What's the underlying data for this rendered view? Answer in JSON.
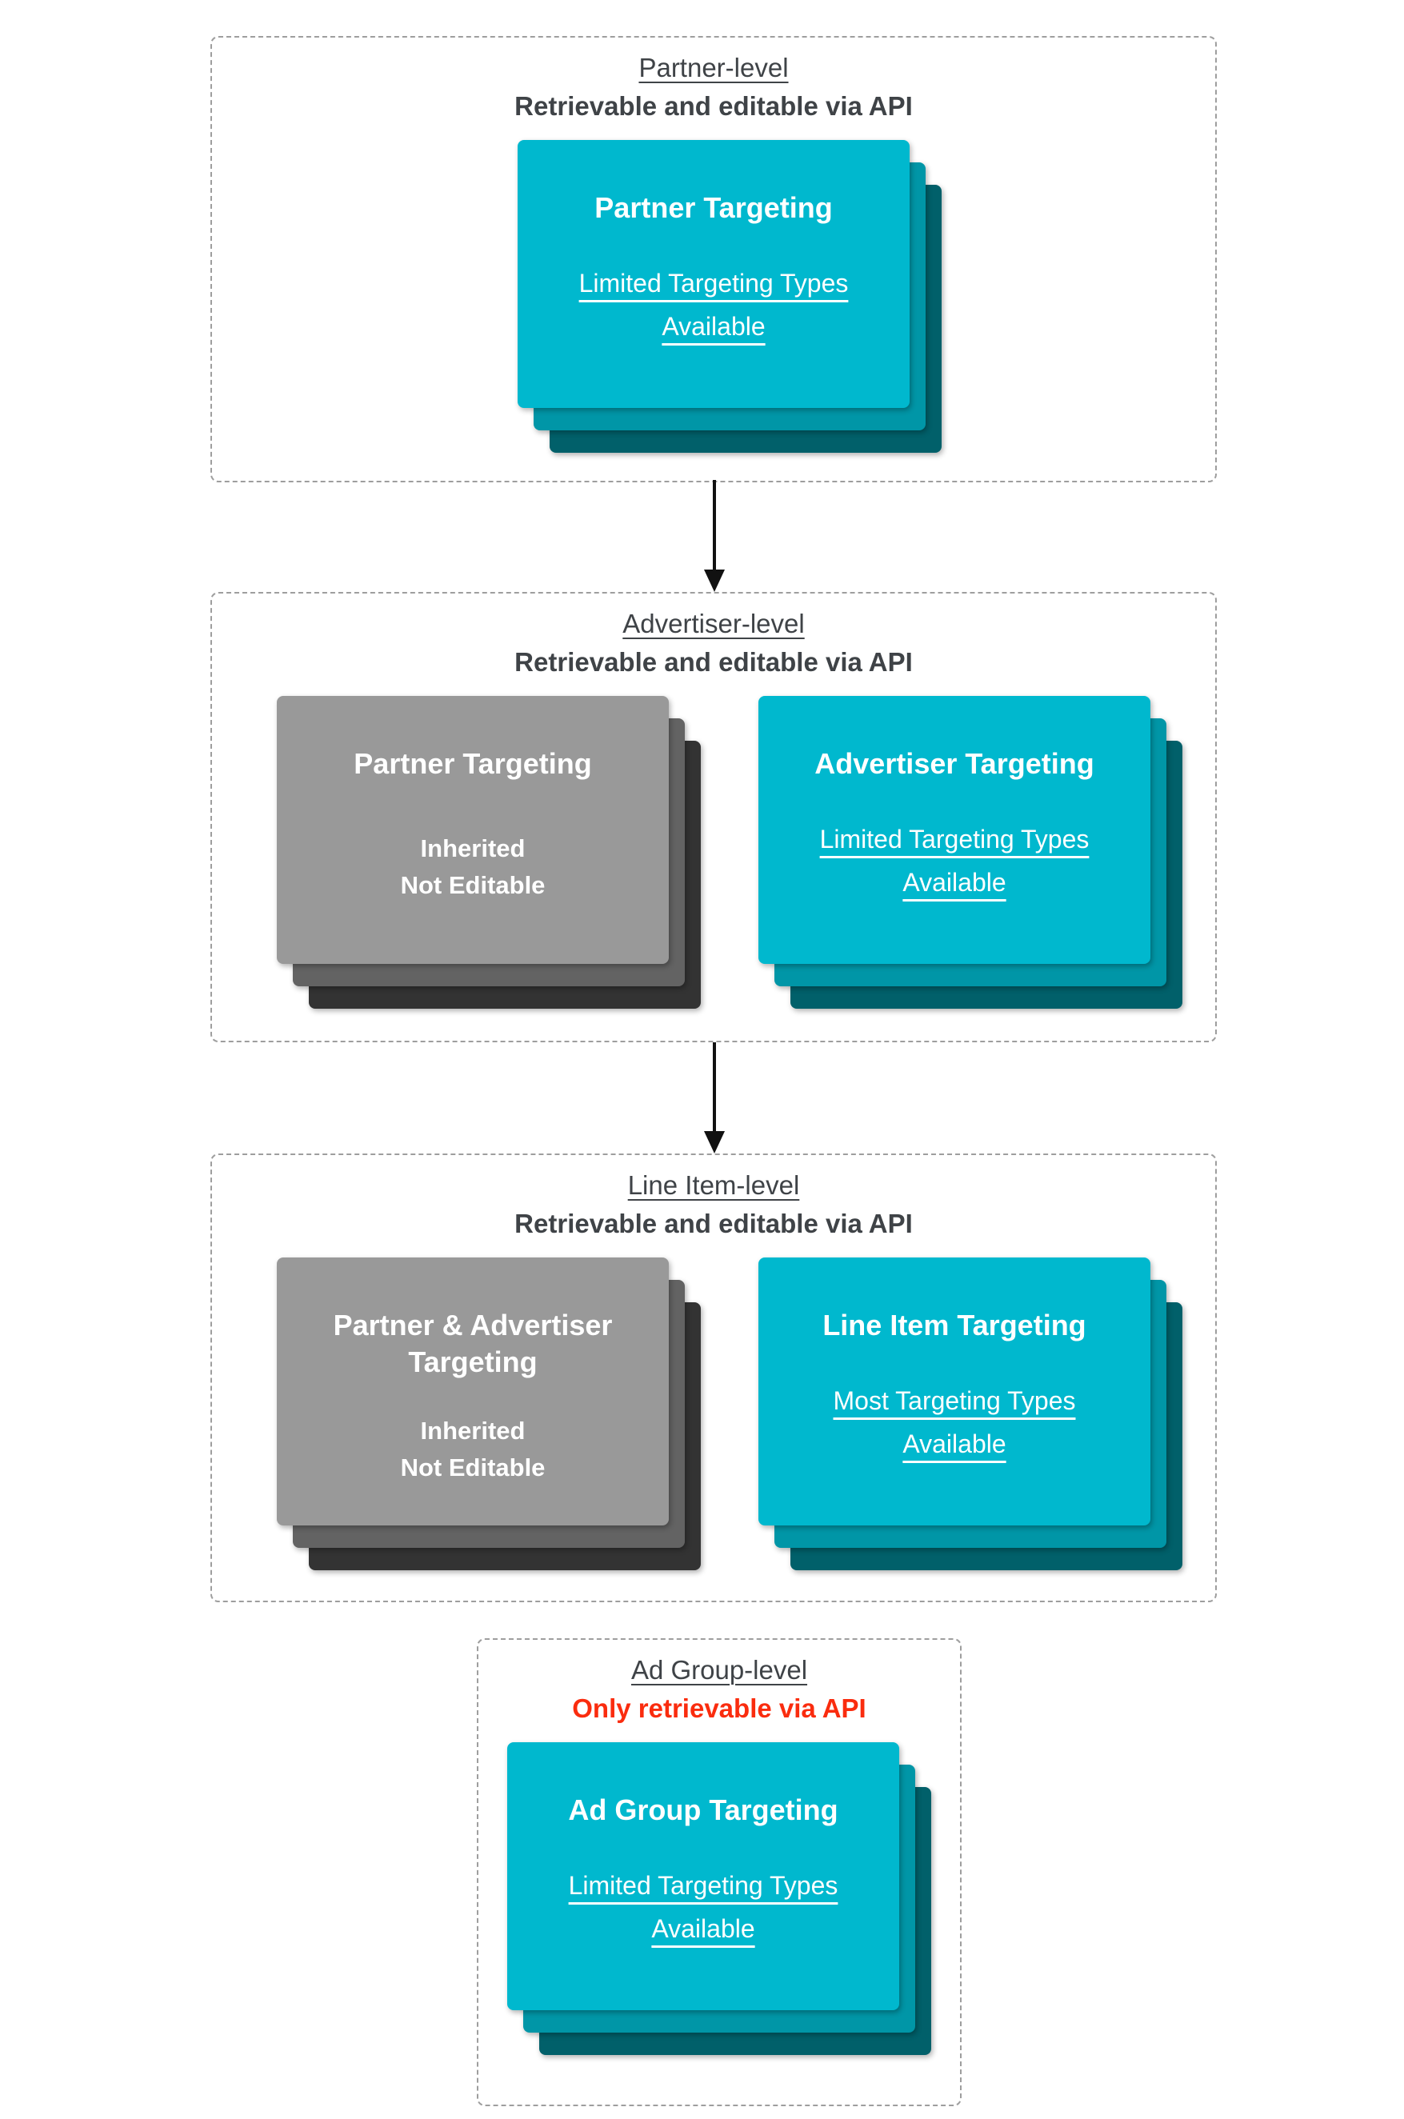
{
  "colors": {
    "teal_front": "#00b8ce",
    "teal_mid": "#0096a7",
    "teal_back": "#01606a",
    "gray_front": "#999999",
    "gray_mid": "#636363",
    "gray_back": "#333333",
    "heading_text": "#3f4347",
    "alert_red": "#fa2c0e",
    "dashed_border": "#9e9e9e",
    "arrow": "#111111",
    "card_text": "#ffffff"
  },
  "sections": [
    {
      "id": "partner-level",
      "title": "Partner-level",
      "subtitle": "Retrievable and editable via API",
      "cards": [
        {
          "variant": "teal",
          "title": "Partner Targeting",
          "subtitle": "Limited Targeting Types Available"
        }
      ]
    },
    {
      "id": "advertiser-level",
      "title": "Advertiser-level",
      "subtitle": "Retrievable and editable via API",
      "cards": [
        {
          "variant": "gray",
          "title": "Partner Targeting",
          "lines": [
            "Inherited",
            "Not Editable"
          ]
        },
        {
          "variant": "teal",
          "title": "Advertiser Targeting",
          "subtitle": "Limited Targeting Types Available"
        }
      ]
    },
    {
      "id": "line-item-level",
      "title": "Line Item-level",
      "subtitle": "Retrievable and editable via API",
      "cards": [
        {
          "variant": "gray",
          "title": "Partner & Advertiser Targeting",
          "lines": [
            "Inherited",
            "Not Editable"
          ]
        },
        {
          "variant": "teal",
          "title": "Line Item Targeting",
          "subtitle": "Most Targeting Types Available"
        }
      ]
    },
    {
      "id": "ad-group-level",
      "title": "Ad Group-level",
      "subtitle": "Only retrievable via API",
      "cards": [
        {
          "variant": "teal",
          "title": "Ad Group Targeting",
          "subtitle": "Limited Targeting Types Available"
        }
      ]
    }
  ]
}
